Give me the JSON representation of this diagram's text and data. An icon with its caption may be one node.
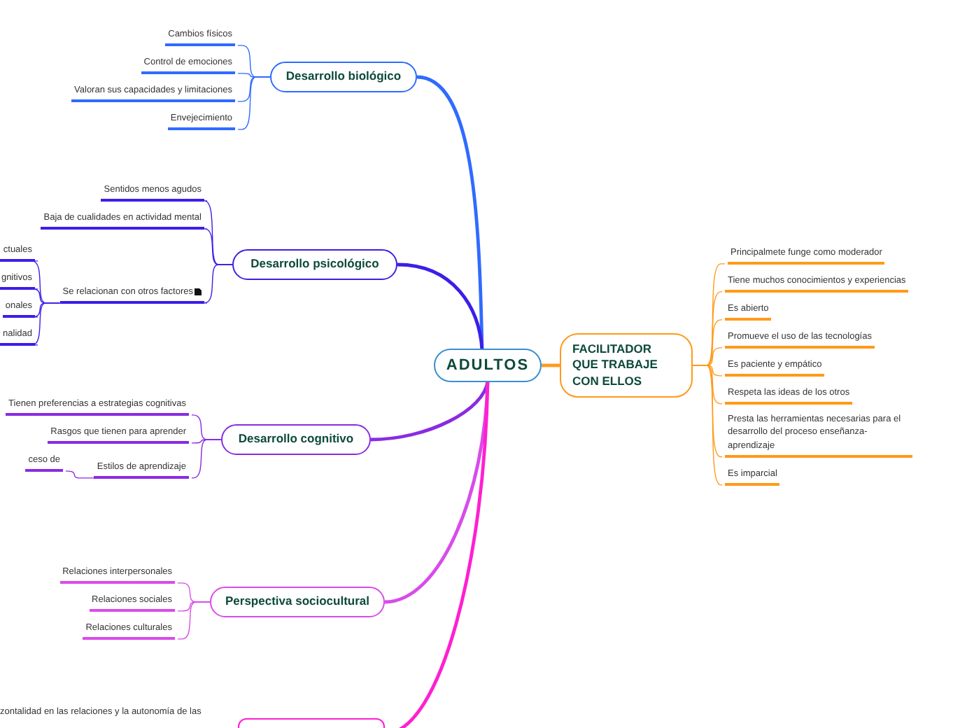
{
  "diagram": {
    "nodes": [
      {
        "text": [
          "ADULTOS"
        ]
      },
      {
        "text": [
          "Desarrollo biológico"
        ]
      },
      {
        "text": [
          "Cambios físicos"
        ]
      },
      {
        "text": [
          "Control de emociones"
        ]
      },
      {
        "text": [
          "Valoran sus capacidades y limitaciones"
        ]
      },
      {
        "text": [
          "Envejecimiento"
        ]
      },
      {
        "text": [
          "Desarrollo psicológico"
        ]
      },
      {
        "text": [
          "Sentidos menos agudos"
        ]
      },
      {
        "text": [
          "Baja de cualidades en actividad mental"
        ]
      },
      {
        "text": [
          "Se relacionan con otros factores"
        ]
      },
      {
        "text": [
          "ctuales"
        ]
      },
      {
        "text": [
          "gnitivos"
        ]
      },
      {
        "text": [
          "onales"
        ]
      },
      {
        "text": [
          "nalidad"
        ]
      },
      {
        "text": [
          "FACILITADOR QUE TRABAJE CON ELLOS"
        ]
      },
      {
        "text": [
          "Principalmete funge como moderador"
        ]
      },
      {
        "text": [
          "Tiene muchos conocimientos y experiencias"
        ]
      },
      {
        "text": [
          "Es abierto"
        ]
      },
      {
        "text": [
          "Promueve el uso de las tecnologías"
        ]
      },
      {
        "text": [
          "Es paciente y empático"
        ]
      },
      {
        "text": [
          "Respeta las ideas de los otros"
        ]
      },
      {
        "text": [
          "Presta las herramientas necesarias para el desarrollo del proceso enseñanza-aprendizaje"
        ]
      },
      {
        "text": [
          "Es imparcial"
        ]
      },
      {
        "text": [
          "Desarrollo cognitivo"
        ]
      },
      {
        "text": [
          "Tienen preferencias a estrategias cognitivas"
        ]
      },
      {
        "text": [
          "Rasgos que tienen para aprender"
        ]
      },
      {
        "text": [
          "Estilos de aprendizaje"
        ]
      },
      {
        "text": [
          "ceso de"
        ]
      },
      {
        "text": [
          "Perspectiva sociocultural"
        ]
      },
      {
        "text": [
          "Relaciones interpersonales"
        ]
      },
      {
        "text": [
          "Relaciones sociales"
        ]
      },
      {
        "text": [
          "Relaciones culturales"
        ]
      },
      {
        "text": [],
        "shape": "box"
      }
    ],
    "edges": [
      {
        "from": 0,
        "to": 1,
        "arrow": "none",
        "style": "thick",
        "color": "#2f6bff"
      },
      {
        "from": 1,
        "to": 2,
        "arrow": "none",
        "color": "#2f6bff"
      },
      {
        "from": 1,
        "to": 3,
        "arrow": "none",
        "color": "#2f6bff"
      },
      {
        "from": 1,
        "to": 4,
        "arrow": "none",
        "color": "#2f6bff"
      },
      {
        "from": 1,
        "to": 5,
        "arrow": "none",
        "color": "#2f6bff"
      },
      {
        "from": 0,
        "to": 6,
        "arrow": "none",
        "style": "thick",
        "color": "#3b1fe8"
      },
      {
        "from": 6,
        "to": 7,
        "arrow": "none",
        "color": "#3b1fe8"
      },
      {
        "from": 6,
        "to": 8,
        "arrow": "none",
        "color": "#3b1fe8"
      },
      {
        "from": 6,
        "to": 9,
        "arrow": "none",
        "color": "#3b1fe8"
      },
      {
        "from": 9,
        "to": 10,
        "arrow": "none",
        "color": "#3b1fe8"
      },
      {
        "from": 9,
        "to": 11,
        "arrow": "none",
        "color": "#3b1fe8"
      },
      {
        "from": 9,
        "to": 12,
        "arrow": "none",
        "color": "#3b1fe8"
      },
      {
        "from": 9,
        "to": 13,
        "arrow": "none",
        "color": "#3b1fe8"
      },
      {
        "from": 0,
        "to": 14,
        "arrow": "none",
        "style": "thick",
        "color": "#ff9a1a"
      },
      {
        "from": 14,
        "to": 15,
        "arrow": "none",
        "color": "#ff9a1a"
      },
      {
        "from": 14,
        "to": 16,
        "arrow": "none",
        "color": "#ff9a1a"
      },
      {
        "from": 14,
        "to": 17,
        "arrow": "none",
        "color": "#ff9a1a"
      },
      {
        "from": 14,
        "to": 18,
        "arrow": "none",
        "color": "#ff9a1a"
      },
      {
        "from": 14,
        "to": 19,
        "arrow": "none",
        "color": "#ff9a1a"
      },
      {
        "from": 14,
        "to": 20,
        "arrow": "none",
        "color": "#ff9a1a"
      },
      {
        "from": 14,
        "to": 21,
        "arrow": "none",
        "color": "#ff9a1a"
      },
      {
        "from": 14,
        "to": 22,
        "arrow": "none",
        "color": "#ff9a1a"
      },
      {
        "from": 0,
        "to": 23,
        "arrow": "none",
        "style": "thick",
        "color": "#8a2be2"
      },
      {
        "from": 23,
        "to": 24,
        "arrow": "none",
        "color": "#8a2be2"
      },
      {
        "from": 23,
        "to": 25,
        "arrow": "none",
        "color": "#8a2be2"
      },
      {
        "from": 23,
        "to": 26,
        "arrow": "none",
        "color": "#8a2be2"
      },
      {
        "from": 26,
        "to": 27,
        "arrow": "none",
        "color": "#8a2be2"
      },
      {
        "from": 0,
        "to": 28,
        "arrow": "none",
        "style": "thick",
        "color": "#d94bea"
      },
      {
        "from": 28,
        "to": 29,
        "arrow": "none",
        "color": "#d94bea"
      },
      {
        "from": 28,
        "to": 30,
        "arrow": "none",
        "color": "#d94bea"
      },
      {
        "from": 28,
        "to": 31,
        "arrow": "none",
        "color": "#d94bea"
      },
      {
        "from": 0,
        "to": 32,
        "arrow": "none",
        "style": "thick",
        "color": "#ff1fd0"
      }
    ],
    "labels": [
      "zontalidad en las relaciones y la autonomía de las"
    ]
  }
}
